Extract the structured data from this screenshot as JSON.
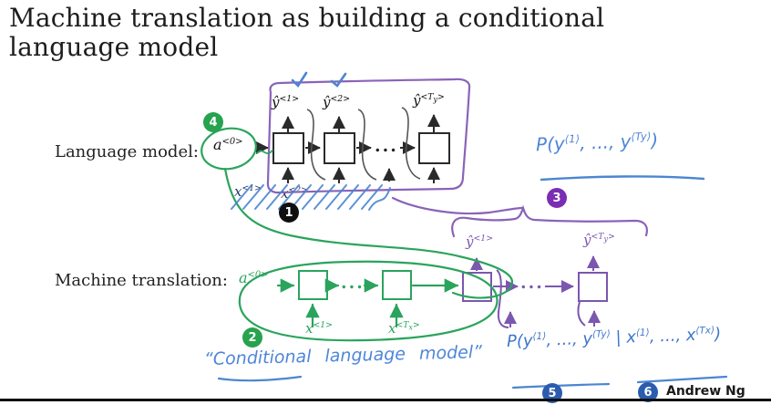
{
  "title": "Machine translation as building a conditional\nlanguage model",
  "labels": {
    "language_model": "Language model:",
    "machine_translation": "Machine translation:"
  },
  "footer": {
    "author": "Andrew Ng"
  },
  "badges": {
    "one": "1",
    "two": "2",
    "three": "3",
    "four": "4",
    "five": "5",
    "six": "6"
  },
  "colors": {
    "hand_green": "#2aa45c",
    "hand_purple": "#8a63b8",
    "hand_blue": "#4b86d2",
    "badge_green": "#27a24e",
    "badge_purple": "#7b2db4",
    "badge_blue": "#2b5cae",
    "badge_black": "#0f0f0f"
  },
  "lm": {
    "a0": {
      "b": "a",
      "s1": "<0>",
      "s2": "",
      "s3": ""
    },
    "y1": {
      "b": "ŷ",
      "s1": "<1>",
      "s2": "",
      "s3": ""
    },
    "y2": {
      "b": "ŷ",
      "s1": "<2>",
      "s2": "",
      "s3": ""
    },
    "yT": {
      "b": "ŷ",
      "s1": "<T",
      "s2": "y",
      "s3": ">"
    },
    "dots": "...",
    "scribble_x1": {
      "b": "x",
      "s1": "<1>",
      "s2": "",
      "s3": ""
    },
    "scribble_x2": {
      "b": "x",
      "s1": "<2>",
      "s2": "",
      "s3": ""
    }
  },
  "mt": {
    "a0": {
      "b": "a",
      "s1": "<0>",
      "s2": "",
      "s3": ""
    },
    "x1": {
      "b": "x",
      "s1": "<1>",
      "s2": "",
      "s3": ""
    },
    "xT": {
      "b": "x",
      "s1": "<T",
      "s2": "x",
      "s3": ">"
    },
    "y1": {
      "b": "ŷ",
      "s1": "<1>",
      "s2": "",
      "s3": ""
    },
    "yT": {
      "b": "ŷ",
      "s1": "<T",
      "s2": "y",
      "s3": ">"
    },
    "enc_dots": "...",
    "dec_dots": "..."
  },
  "annotations": {
    "formula_top": {
      "f1": "P(y",
      "e1": "⟨1⟩",
      "f2": ", ..., y",
      "e2": "⟨Ty⟩",
      "f3": ")"
    },
    "formula_bottom": {
      "f1": "P(y",
      "e1": "⟨1⟩",
      "f2": ", ..., y",
      "e2": "⟨Ty⟩",
      "f3": " | x",
      "e3": "⟨1⟩",
      "f4": ", ..., x",
      "e4": "⟨Tx⟩",
      "f5": ")"
    },
    "quote": {
      "open": "“",
      "underlined": "Conditional",
      "rest": " language model”"
    }
  }
}
